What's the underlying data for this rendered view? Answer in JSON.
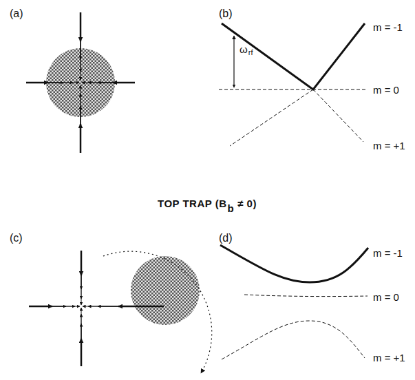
{
  "diagram": {
    "labels": [
      "(a)",
      "(b)",
      "m = -1",
      "ω",
      "rf",
      "m = 0",
      "m = +1",
      "TOP TRAP (B",
      "b",
      "≠ 0)",
      "(c)",
      "(d)",
      "m = -1",
      "m = 0",
      "m = +1"
    ]
  }
}
